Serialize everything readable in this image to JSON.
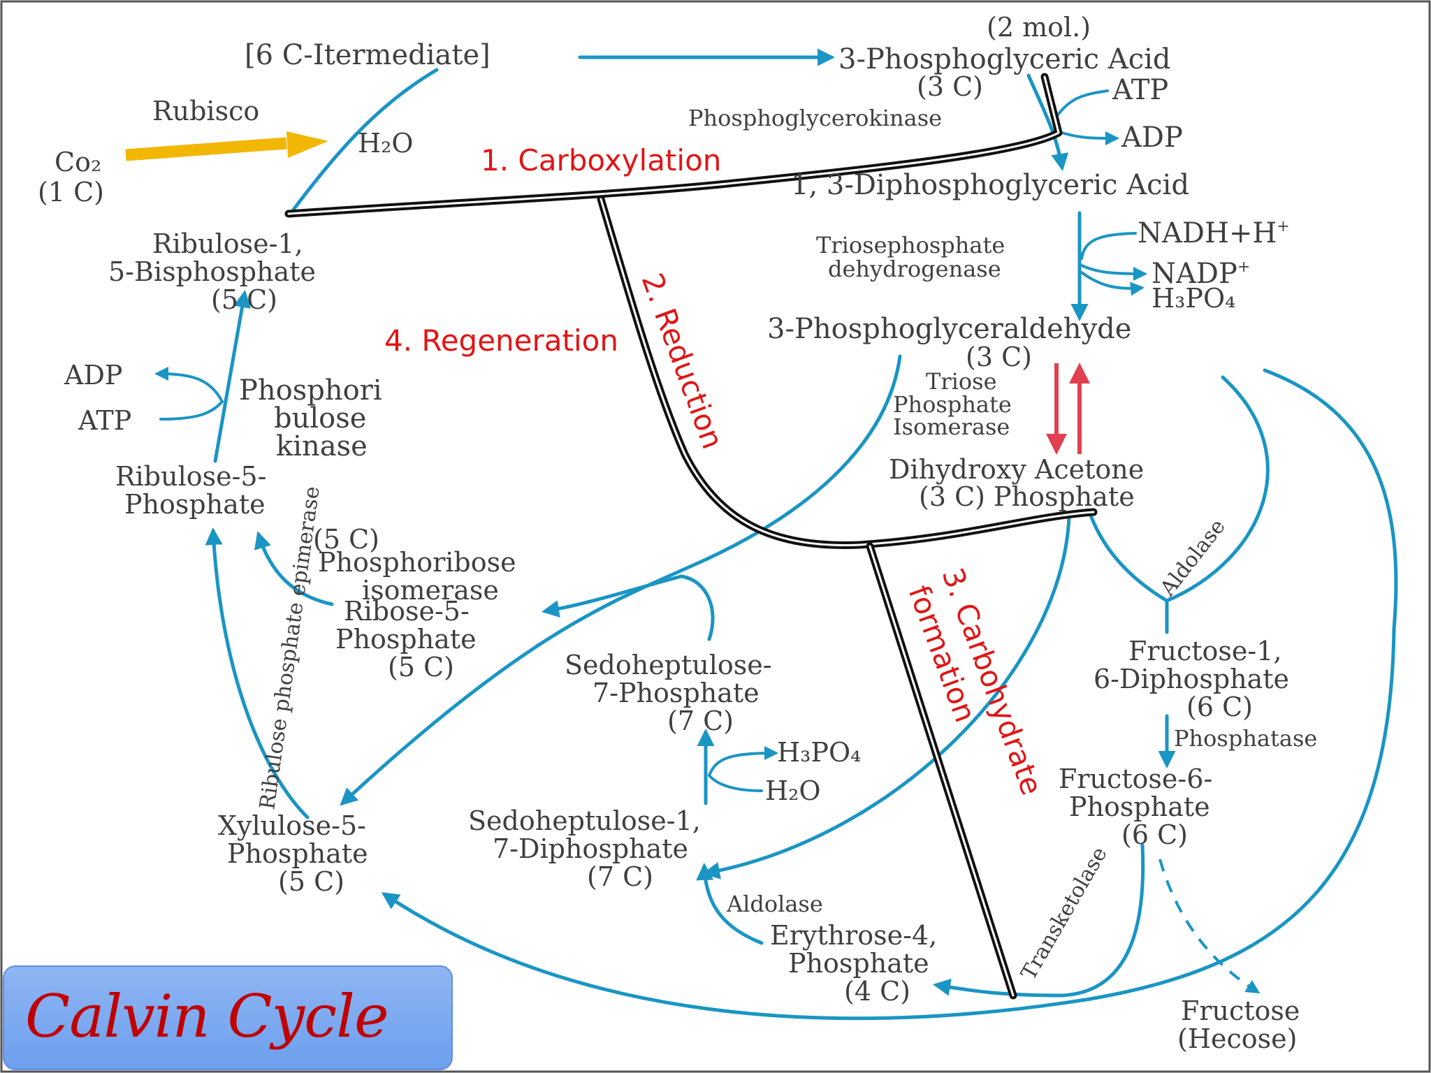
{
  "title": "Calvin Cycle",
  "stages": {
    "carboxylation": "1. Carboxylation",
    "reduction": "2. Reduction",
    "carbohydrate_1": "3. Carbohydrate",
    "carbohydrate_2": "formation",
    "regeneration": "4. Regeneration"
  },
  "compounds": {
    "intermediate": "[6 C-Itermediate]",
    "pga_mol": "(2 mol.)",
    "pga": "3-Phosphoglyceric Acid",
    "pga_c": "(3 C)",
    "co2": "Co₂",
    "co2_c": "(1 C)",
    "dpga": "1, 3-Diphosphoglyceric Acid",
    "rubp_1": "Ribulose-1,",
    "rubp_2": "5-Bisphosphate",
    "rubp_c": "(5 C)",
    "pgald": "3-Phosphoglyceraldehyde",
    "pgald_c": "(3 C)",
    "dhap_1": "Dihydroxy Acetone",
    "dhap_2": "(3 C) Phosphate",
    "ru5p_1": "Ribulose-5-",
    "ru5p_2": "Phosphate",
    "r5p_c_top": "(5 C)",
    "r5p_1": "Ribose-5-",
    "r5p_2": "Phosphate",
    "r5p_c": "(5 C)",
    "s7p_1": "Sedoheptulose-",
    "s7p_2": "7-Phosphate",
    "s7p_c": "(7 C)",
    "fbp_1": "Fructose-1,",
    "fbp_2": "6-Diphosphate",
    "fbp_c": "(6 C)",
    "f6p_1": "Fructose-6-",
    "f6p_2": "Phosphate",
    "f6p_c": "(6 C)",
    "x5p_1": "Xylulose-5-",
    "x5p_2": "Phosphate",
    "x5p_c": "(5 C)",
    "sbp_1": "Sedoheptulose-1,",
    "sbp_2": "7-Diphosphate",
    "sbp_c": "(7 C)",
    "e4p_1": "Erythrose-4,",
    "e4p_2": "Phosphate",
    "e4p_c": "(4 C)",
    "fructose_1": "Fructose",
    "fructose_2": "(Hecose)"
  },
  "cofactors": {
    "atp_top": "ATP",
    "adp_top": "ADP",
    "nadh": "NADH+H",
    "nadh_sup": "+",
    "nadp": "NADP",
    "nadp_sup": "+",
    "h3po4_top": "H₃PO₄",
    "h2o_top": "H₂O",
    "adp_left": "ADP",
    "atp_left": "ATP",
    "h3po4_mid": "H₃PO₄",
    "h2o_mid": "H₂O"
  },
  "enzymes": {
    "rubisco": "Rubisco",
    "pgk": "Phosphoglycerokinase",
    "tpdh_1": "Triosephosphate",
    "tpdh_2": "dehydrogenase",
    "tpi_1": "Triose",
    "tpi_2": "Phosphate",
    "tpi_3": "Isomerase",
    "aldolase_right": "Aldolase",
    "aldolase_mid": "Aldolase",
    "phosphatase": "Phosphatase",
    "prk_1": "Phosphori",
    "prk_2": "bulose",
    "prk_3": "kinase",
    "rpi_1": "Phosphoribose",
    "rpi_2": "isomerase",
    "epimerase": "Ribulose phosphate epimerase",
    "transketolase": "Transketolase"
  },
  "colors": {
    "arrow": "#1a95c4",
    "co2_arrow": "#f2b705",
    "isomerase_arrow": "#e04050",
    "stage_label": "#e11515",
    "title_text": "#c00000",
    "title_box": "#7aa7f0"
  }
}
